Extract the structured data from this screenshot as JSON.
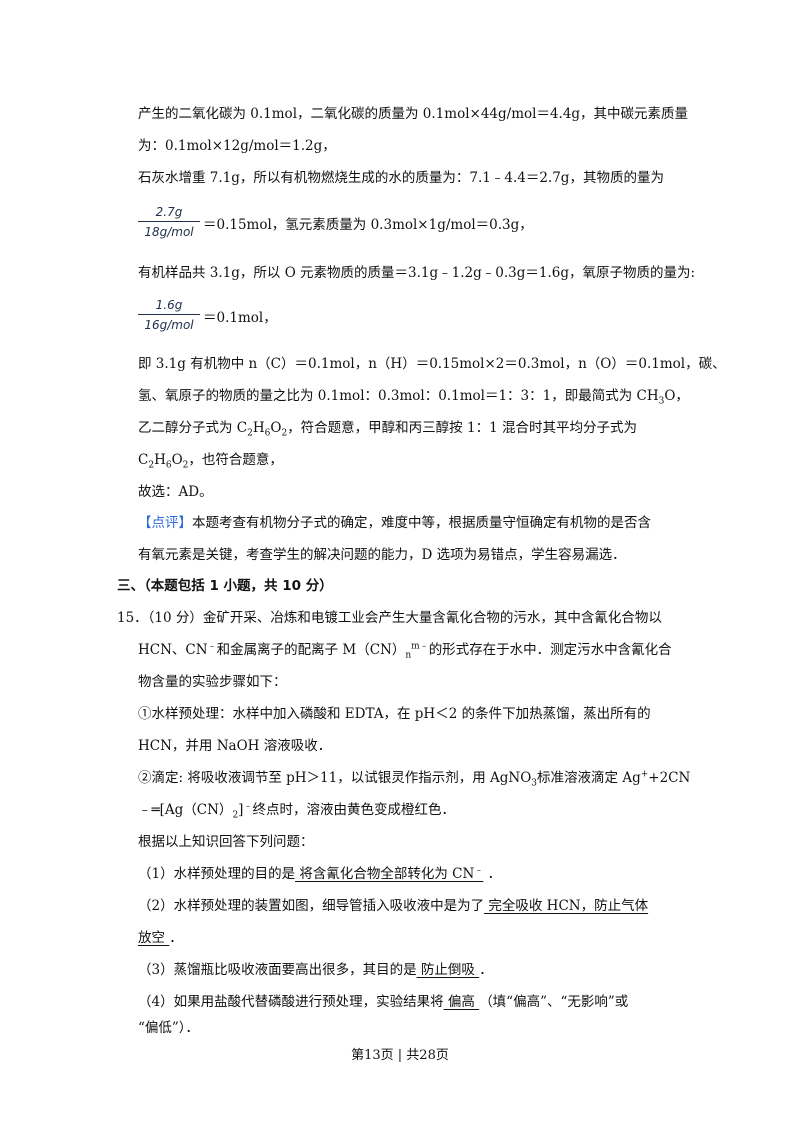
{
  "lines": {
    "l1": "产生的二氧化碳为 0.1mol，二氧化碳的质量为 0.1mol×44g/mol＝4.4g，其中碳元素质量",
    "l2": "为：0.1mol×12g/mol＝1.2g，",
    "l3": "石灰水增重 7.1g，所以有机物燃烧生成的水的质量为：7.1﹣4.4＝2.7g，其物质的量为",
    "frac1_num": "2.7g",
    "frac1_den": "18g/mol",
    "l4_after": "＝0.15mol，氢元素质量为 0.3mol×1g/mol＝0.3g，",
    "l5": "有机样品共 3.1g，所以 O 元素物质的质量＝3.1g﹣1.2g﹣0.3g＝1.6g，氧原子物质的量为:",
    "frac2_num": "1.6g",
    "frac2_den": "16g/mol",
    "l6_after": "＝0.1mol，",
    "l7": "即 3.1g 有机物中 n（C）＝0.1mol，n（H）＝0.15mol×2＝0.3mol，n（O）＝0.1mol，碳、",
    "l8_pre": "氢、氧原子的物质的量之比为 0.1mol：0.3mol：0.1mol＝1：3：1，即最简式为 CH",
    "l8_sub": "3",
    "l8_post": "O，",
    "l9_a": "乙二醇分子式为 C",
    "l9_s1": "2",
    "l9_b": "H",
    "l9_s2": "6",
    "l9_c": "O",
    "l9_s3": "2",
    "l9_d": "，符合题意，甲醇和丙三醇按 1：1 混合时其平均分子式为",
    "l10_a": "C",
    "l10_s1": "2",
    "l10_b": "H",
    "l10_s2": "6",
    "l10_c": "O",
    "l10_s3": "2",
    "l10_d": "，也符合题意，",
    "l11": "故选：AD。",
    "l12_tag": "【点评】",
    "l12": "本题考查有机物分子式的确定，难度中等，根据质量守恒确定有机物的是否含",
    "l13": "有氧元素是关键，考查学生的解决问题的能力，D 选项为易错点，学生容易漏选．",
    "section": "三、（本题包括 1 小题，共 10 分）",
    "q15_a": "15．（10 分）金矿开采、冶炼和电镀工业会产生大量含氰化合物的污水，其中含氰化合物以",
    "q15_b1": "HCN、CN",
    "q15_b_sup1": "﹣",
    "q15_b2": "和金属离子的配离子 M（CN）",
    "q15_b_sub": "n",
    "q15_b_sup2": "m﹣",
    "q15_b3": "的形式存在于水中．测定污水中含氰化合",
    "q15_c": "物含量的实验步骤如下：",
    "step1_a": "①水样预处理：水样中加入磷酸和 EDTA，在 pH＜2 的条件下加热蒸馏，蒸出所有的",
    "step1_b": "HCN，并用 NaOH 溶液吸收．",
    "step2_a1": "②滴定: 将吸收液调节至 pH＞11，以试银灵作指示剂，用 AgNO",
    "step2_a_sub": "3",
    "step2_a2": "标准溶液滴定 Ag",
    "step2_a_sup": "+",
    "step2_a3": "+2CN",
    "step2_b1": "﹣═[Ag（CN）",
    "step2_b_sub": "2",
    "step2_b2": "]",
    "step2_b_sup": "﹣",
    "step2_b3": "终点时，溶液由黄色变成橙红色．",
    "intro": "根据以上知识回答下列问题：",
    "p1_pre": "（1）水样预处理的目的是",
    "p1_ans": "  将含氰化合物全部转化为 CN",
    "p1_ans_sup": "﹣",
    "p1_post": "  ．",
    "p2_pre": "（2）水样预处理的装置如图，细导管插入吸收液中是为了",
    "p2_ans1": "  完全吸收 HCN，防止气体",
    "p2_ans2": "放空  ",
    "p2_post": "．",
    "p3_pre": "（3）蒸馏瓶比吸收液面要高出很多，其目的是",
    "p3_ans": "  防止倒吸  ",
    "p3_post": "．",
    "p4_pre": "（4）如果用盐酸代替磷酸进行预处理，实验结果将",
    "p4_ans": "  偏高  ",
    "p4_post": "（填“偏高”、“无影响”或",
    "p4_b": "“偏低”）．"
  },
  "footer": "第13页 | 共28页"
}
